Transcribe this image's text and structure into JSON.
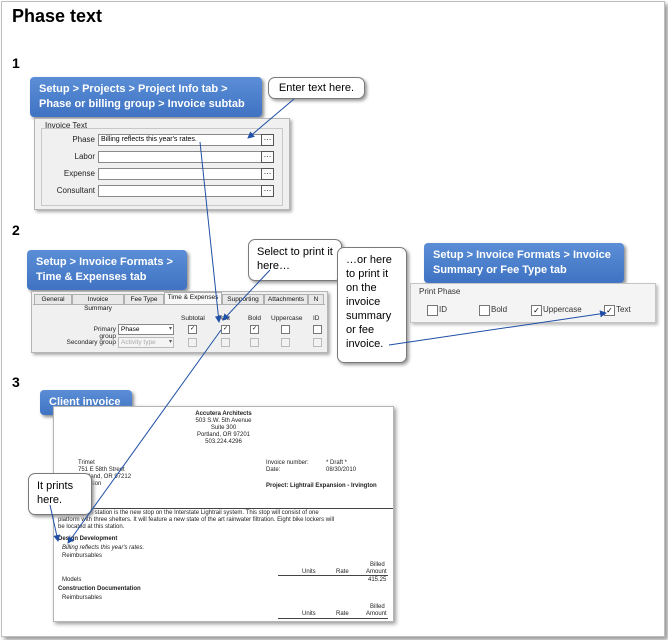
{
  "title": "Phase text",
  "steps": {
    "s1": "1",
    "s2": "2",
    "s3": "3"
  },
  "callouts": {
    "setup1": "Setup > Projects > Project Info tab > Phase or billing group > Invoice subtab",
    "setup2": "Setup > Invoice Formats > Time & Expenses tab",
    "setup3": "Setup > Invoice Formats > Invoice Summary or Fee Type  tab",
    "client": "Client invoice"
  },
  "bubbles": {
    "enter": "Enter text here.",
    "select": "Select to print it here…",
    "orhere": "…or here to print it on the invoice summary or fee invoice.",
    "prints": "It prints here."
  },
  "invoice_text": {
    "group": "Invoice Text",
    "fields": [
      {
        "label": "Phase",
        "value": "Billing reflects this year's rates."
      },
      {
        "label": "Labor",
        "value": ""
      },
      {
        "label": "Expense",
        "value": ""
      },
      {
        "label": "Consultant",
        "value": ""
      }
    ],
    "ellipsis": "…"
  },
  "formats": {
    "tabs": [
      "General",
      "Invoice Summary",
      "Fee Type",
      "Time & Expenses",
      "Supporting",
      "Attachments",
      "N"
    ],
    "columns": [
      "Subtotal",
      "Text",
      "Bold",
      "Uppercase",
      "ID"
    ],
    "rows": [
      {
        "label": "Primary group",
        "value": "Phase",
        "checks": [
          "✓",
          "✓",
          "✓",
          "",
          ""
        ]
      },
      {
        "label": "Secondary group",
        "value": "Activity type",
        "checks": [
          "",
          "",
          "",
          "",
          ""
        ]
      }
    ],
    "arrow": "▾"
  },
  "print_phase": {
    "title": "Print Phase",
    "options": [
      {
        "label": "ID",
        "check": ""
      },
      {
        "label": "Bold",
        "check": ""
      },
      {
        "label": "Uppercase",
        "check": "✓"
      },
      {
        "label": "Text",
        "check": "✓"
      }
    ]
  },
  "invoice": {
    "firm": "Accutera Architects",
    "addr1": "503 S.W. 5th Avenue",
    "addr2": "Suite 300",
    "addr3": "Portland, OR 97201",
    "phone": "503.224.4296",
    "client1": "Trimet",
    "client2": "751 E 58th Street",
    "client3": "Portland, OR 97212",
    "client4": "Simpson",
    "num_label": "Invoice number:",
    "num_value": "* Draft *",
    "date_label": "Date:",
    "date_value": "08/30/2010",
    "project": "Project:  Lightrail Expansion - Irvington",
    "desc": "The Irvington station is the new stop on the Interstate Lightrail system. This stop will consist of one platform with three shelters.  It will feature a new state of the art rainwater filtration.  Eight bike lockers will be located at this station.",
    "phase1": "Design Development",
    "phase_text": "Billing reflects this year's rates.",
    "reimb1": "Reimbursables",
    "billed1": "Billed",
    "amount1": "Amount",
    "units1": "Units",
    "rate1": "Rate",
    "models": "Models",
    "models_amt": "415.25",
    "phase2": "Construction Documentation",
    "reimb2": "Reimbursables",
    "billed2": "Billed",
    "amount2": "Amount",
    "units2": "Units",
    "rate2": "Rate"
  },
  "colors": {
    "callout": "#4a7fcf",
    "arrow": "#1f4fa6"
  }
}
